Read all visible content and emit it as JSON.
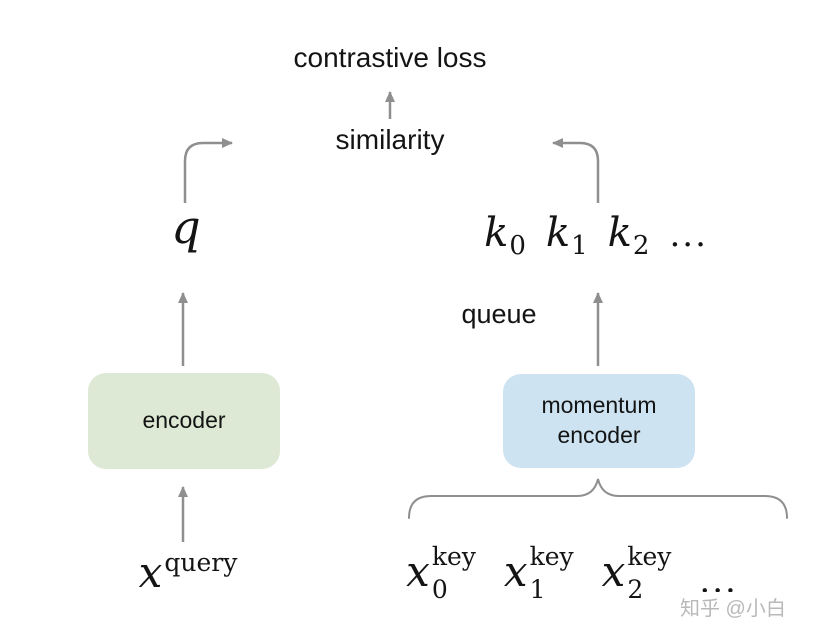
{
  "labels": {
    "contrastive_loss": "contrastive loss",
    "similarity": "similarity",
    "queue": "queue",
    "encoder": "encoder",
    "momentum_line1": "momentum",
    "momentum_line2": "encoder",
    "ellipsis": "...",
    "watermark": "知乎 @小白"
  },
  "symbols": {
    "q": "q",
    "keys": [
      {
        "base": "k",
        "sub": "0"
      },
      {
        "base": "k",
        "sub": "1"
      },
      {
        "base": "k",
        "sub": "2"
      }
    ],
    "query_input": {
      "base": "x",
      "sup": "query"
    },
    "key_inputs": [
      {
        "base": "x",
        "sub": "0",
        "sup": "key"
      },
      {
        "base": "x",
        "sub": "1",
        "sup": "key"
      },
      {
        "base": "x",
        "sub": "2",
        "sup": "key"
      }
    ]
  },
  "colors": {
    "encoder_box": "#dde9d4",
    "momentum_box": "#cde3f1",
    "arrow": "#8f8f8f",
    "text": "#141414",
    "watermark": "#b9b9b9"
  }
}
